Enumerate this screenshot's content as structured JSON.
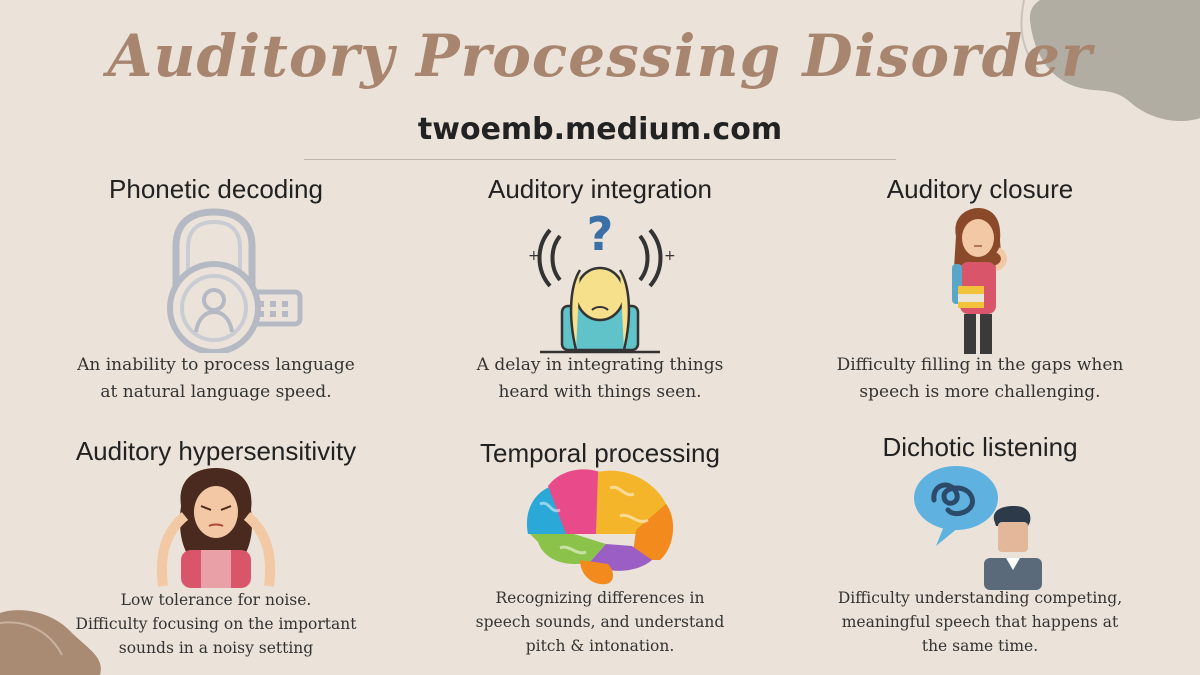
{
  "header": {
    "title": "Auditory Processing Disorder",
    "subtitle": "twoemb.medium.com"
  },
  "cards": [
    {
      "title": "Phonetic decoding",
      "icon": "padlock-person-icon",
      "desc_lines": [
        "An inability to process language",
        "at natural language speed."
      ]
    },
    {
      "title": "Auditory integration",
      "icon": "confused-person-sound-icon",
      "desc_lines": [
        "A delay in integrating things",
        "heard with things seen."
      ]
    },
    {
      "title": "Auditory closure",
      "icon": "thinking-woman-icon",
      "desc_lines": [
        "Difficulty filling in the gaps when",
        "speech is more challenging."
      ]
    },
    {
      "title": "Auditory hypersensitivity",
      "icon": "woman-covering-ears-icon",
      "desc_lines": [
        "Low tolerance for noise.",
        "Difficulty focusing on the important",
        "sounds in a noisy setting"
      ]
    },
    {
      "title": "Temporal processing",
      "icon": "colorful-brain-icon",
      "desc_lines": [
        "Recognizing differences in",
        "speech sounds, and understand",
        "pitch & intonation."
      ]
    },
    {
      "title": "Dichotic listening",
      "icon": "man-speech-bubble-icon",
      "desc_lines": [
        "Difficulty understanding competing,",
        "meaningful speech that happens at",
        "the same time."
      ]
    }
  ],
  "colors": {
    "background": "#ebe3d9",
    "title": "#a8856e",
    "blob_top_right": "#b2ada3",
    "blob_bottom_left": "#a98a73"
  }
}
